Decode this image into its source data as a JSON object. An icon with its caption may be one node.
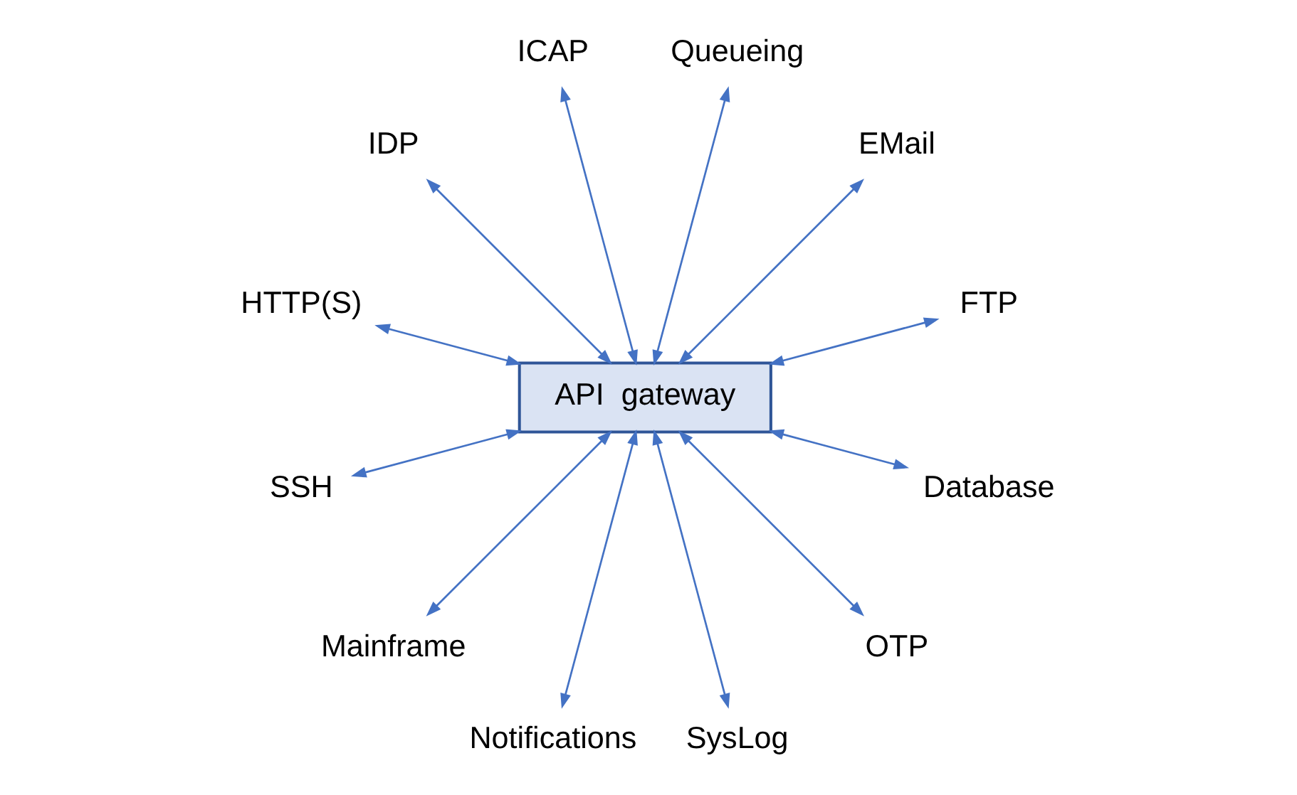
{
  "diagram": {
    "nodes": [
      {
        "text": [
          "FTP"
        ]
      },
      {
        "text": [
          "EMail"
        ]
      },
      {
        "text": [
          "Queueing"
        ]
      },
      {
        "text": [
          "ICAP"
        ]
      },
      {
        "text": [
          "IDP"
        ]
      },
      {
        "text": [
          "HTTP(S)"
        ]
      },
      {
        "text": [
          "API  gateway"
        ]
      },
      {
        "text": [
          "SSH"
        ]
      },
      {
        "text": [
          "Mainframe"
        ]
      },
      {
        "text": [
          "Notifications"
        ]
      },
      {
        "text": [
          "SysLog"
        ]
      },
      {
        "text": [
          "OTP"
        ]
      },
      {
        "text": [
          "Database"
        ]
      }
    ],
    "edges": [
      {
        "from": 6,
        "to": 0,
        "arrow": "both"
      },
      {
        "from": 6,
        "to": 1,
        "arrow": "both"
      },
      {
        "from": 6,
        "to": 2,
        "arrow": "both"
      },
      {
        "from": 6,
        "to": 3,
        "arrow": "both"
      },
      {
        "from": 6,
        "to": 4,
        "arrow": "both"
      },
      {
        "from": 6,
        "to": 5,
        "arrow": "both"
      },
      {
        "from": 6,
        "to": 7,
        "arrow": "both"
      },
      {
        "from": 6,
        "to": 8,
        "arrow": "both"
      },
      {
        "from": 6,
        "to": 9,
        "arrow": "both"
      },
      {
        "from": 6,
        "to": 10,
        "arrow": "both"
      },
      {
        "from": 6,
        "to": 11,
        "arrow": "both"
      },
      {
        "from": 6,
        "to": 12,
        "arrow": "both"
      }
    ]
  }
}
